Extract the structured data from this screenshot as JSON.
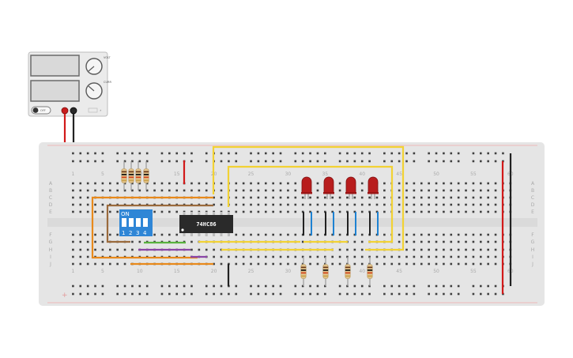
{
  "board": {
    "column_numbers": [
      "1",
      "5",
      "10",
      "15",
      "20",
      "25",
      "30",
      "35",
      "40",
      "45",
      "50",
      "55",
      "60"
    ],
    "row_letters_top": [
      "A",
      "B",
      "C",
      "D",
      "E"
    ],
    "row_letters_bottom": [
      "F",
      "G",
      "H",
      "I",
      "J"
    ],
    "rail_symbol": "+"
  },
  "chip": {
    "label": "74HC86"
  },
  "dip_switch": {
    "on_label": "ON",
    "positions": [
      "1",
      "2",
      "3",
      "4"
    ]
  },
  "power_supply": {
    "off_label": "OFF",
    "knob_labels": [
      "VOLT",
      "CURR"
    ]
  },
  "leds": {
    "count": 4,
    "color": "#b81d1d"
  },
  "colors": {
    "board": "#e5e5e5",
    "hole": "#3f3f3f",
    "wire_yellow": "#f2d234",
    "wire_orange": "#e8891b",
    "wire_brown": "#9a6a3c",
    "wire_green": "#59b23e",
    "wire_purple": "#8a45a6",
    "wire_red": "#d21a1a",
    "wire_black": "#222222",
    "wire_blue": "#1e82d2",
    "chip_body": "#2a2a2a",
    "dip_body": "#2f86d6"
  }
}
